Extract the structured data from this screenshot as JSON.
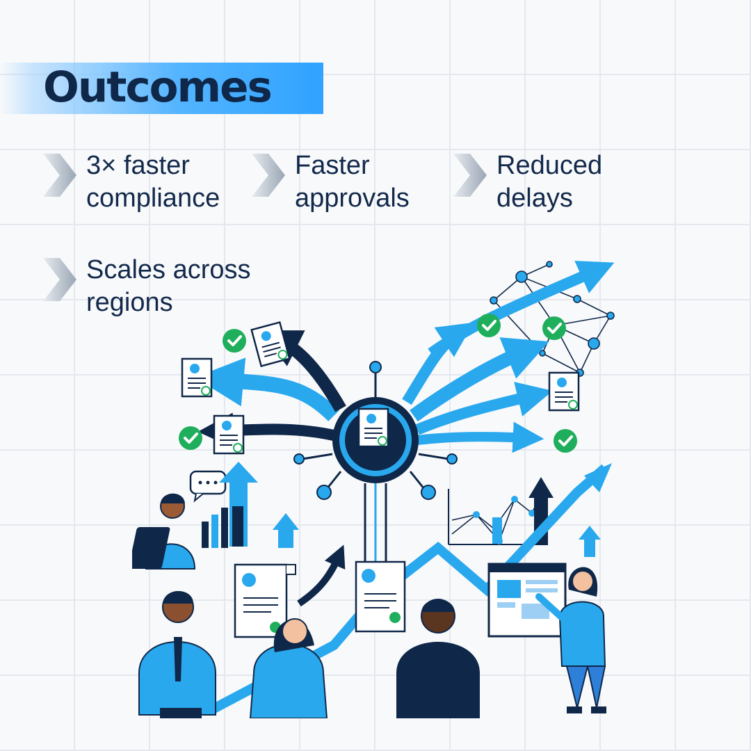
{
  "title": "Outcomes",
  "outcomes": [
    {
      "icon": "chevron-right-icon",
      "line1": "3× faster",
      "line2": "compliance"
    },
    {
      "icon": "chevron-right-icon",
      "line1": "Faster",
      "line2": "approvals"
    },
    {
      "icon": "chevron-right-icon",
      "line1": "Reduced",
      "line2": "delays"
    },
    {
      "icon": "chevron-right-icon",
      "line1": "Scales across",
      "line2": "regions"
    }
  ],
  "colors": {
    "title_text": "#0f2748",
    "banner": "#2fa3ff",
    "accent_blue": "#29a8ee",
    "navy": "#0f2748",
    "check_green": "#1fae5b"
  }
}
